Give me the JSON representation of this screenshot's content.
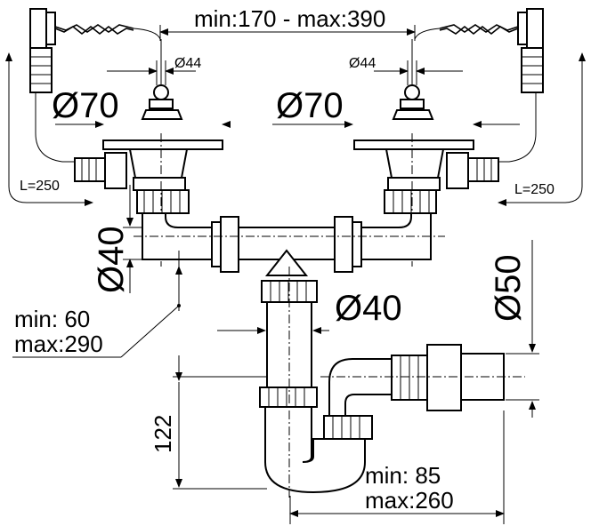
{
  "dimensions": {
    "top_span": "min:170 - max:390",
    "overflow_left_diameter": "Ø44",
    "overflow_right_diameter": "Ø44",
    "strainer_left_diameter": "Ø70",
    "strainer_right_diameter": "Ø70",
    "hose_left_length": "L=250",
    "hose_right_length": "L=250",
    "branch_diameter": "Ø40",
    "drop_min": "min:   60",
    "drop_max": "max:290",
    "trap_inlet_diameter": "Ø40",
    "outlet_diameter": "Ø50",
    "trap_height": "122",
    "outlet_min": "min:   85",
    "outlet_max": "max:260"
  }
}
